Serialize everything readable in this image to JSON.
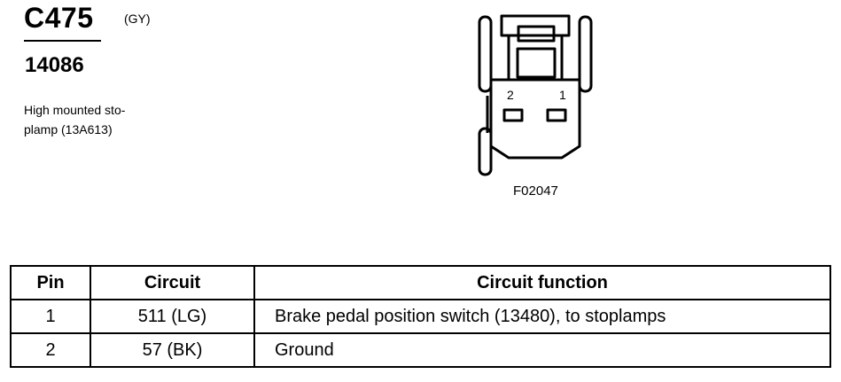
{
  "connector": {
    "id": "C475",
    "color": "(GY)",
    "part_number": "14086",
    "description_lines": [
      "High mounted sto-",
      "plamp (13A613)"
    ]
  },
  "figure": {
    "pin_labels": [
      "2",
      "1"
    ],
    "id": "F02047"
  },
  "table": {
    "headers": [
      "Pin",
      "Circuit",
      "Circuit function"
    ],
    "rows": [
      {
        "pin": "1",
        "circuit": "511 (LG)",
        "function": "Brake pedal position switch (13480), to stoplamps"
      },
      {
        "pin": "2",
        "circuit": "57 (BK)",
        "function": "Ground"
      }
    ]
  }
}
